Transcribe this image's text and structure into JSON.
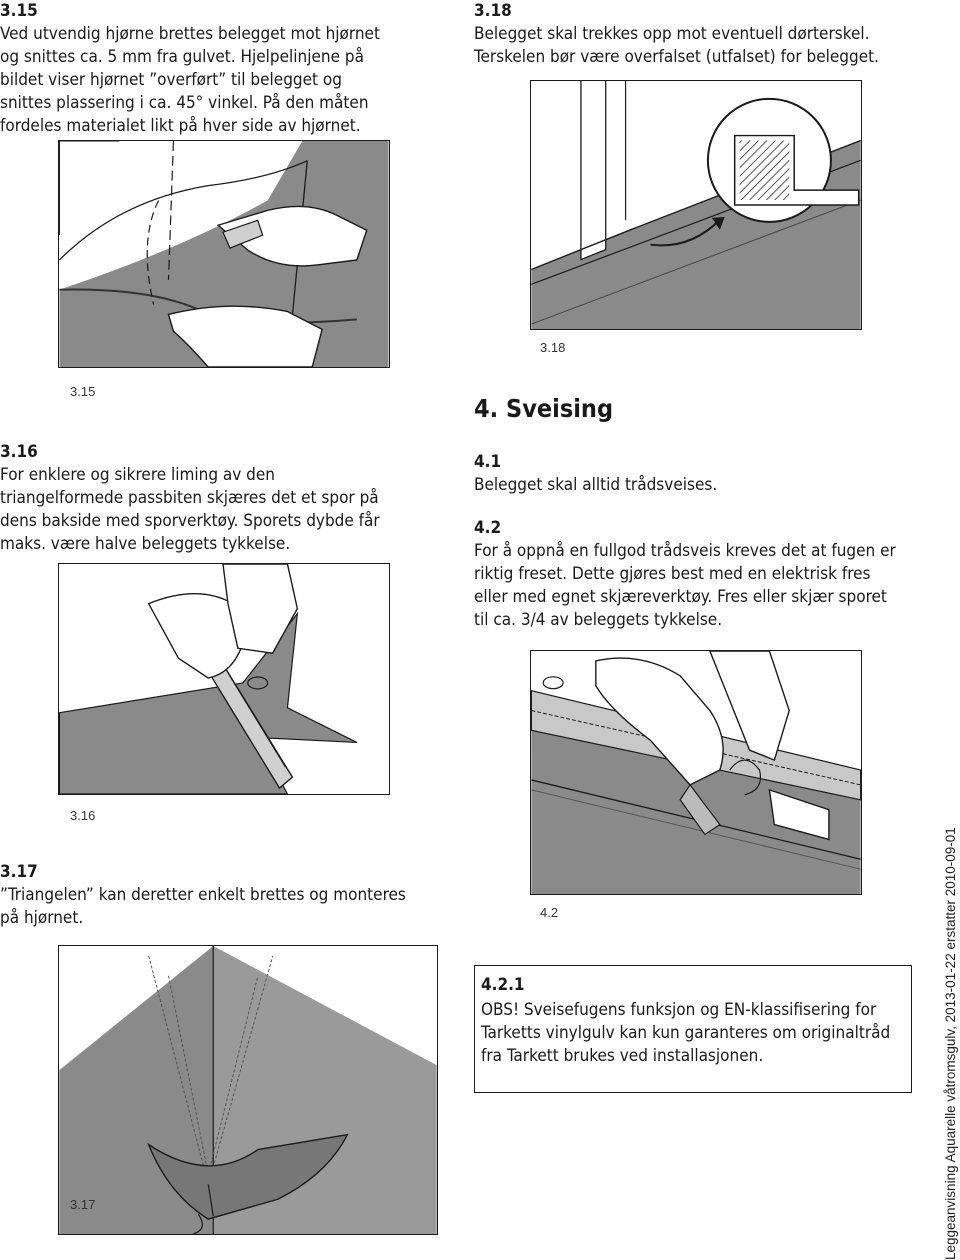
{
  "s315": {
    "number": "3.15",
    "text": "Ved utvendig hjørne brettes belegget mot hjørnet og snittes ca. 5 mm fra gulvet. Hjelpelinjene på bildet viser hjørnet ”overført” til belegget og snittes plassering i ca. 45° vinkel. På den måten fordeles materialet likt på hver side av hjørnet.",
    "caption": "3.15"
  },
  "s316": {
    "number": "3.16",
    "text": "For enklere og sikrere liming av den triangelformede passbiten skjæres det et spor på dens bakside med sporverktøy. Sporets dybde får maks. være halve beleggets tykkelse.",
    "caption": "3.16"
  },
  "s317": {
    "number": "3.17",
    "text": "”Triangelen” kan deretter enkelt brettes og monteres på hjørnet.",
    "caption": "3.17"
  },
  "s318": {
    "number": "3.18",
    "text": "Belegget skal trekkes opp mot eventuell dørterskel. Terskelen bør være overfalset (utfalset) for belegget.",
    "caption": "3.18"
  },
  "s4": {
    "heading": "4. Sveising",
    "s41_number": "4.1",
    "s41_text": "Belegget skal alltid trådsveises.",
    "s42_number": "4.2",
    "s42_text": "For å oppnå en fullgod trådsveis kreves det at fugen er riktig freset. Dette gjøres best med en elektrisk fres eller med egnet skjæreverktøy. Fres eller skjær sporet til ca. 3/4 av beleggets tykkelse.",
    "s42_caption": "4.2",
    "s421_number": "4.2.1",
    "s421_text": "OBS! Sveisefugens funksjon og EN-klassifisering for Tarketts vinylgulv kan kun garanteres om originaltråd fra Tarkett brukes ved installasjonen."
  },
  "footer": "Leggeanvisning Aquarelle våtromsgulv, 2013-01-22 erstatter 2010-09-01",
  "colors": {
    "border": "#1a1a1a",
    "floor": "#8a8a8a",
    "floor_light": "#c8c8c8",
    "paper": "#ffffff"
  },
  "icons": [
    "hand-knife-illustration",
    "threshold-illustration",
    "groove-tool-illustration",
    "triangle-fold-illustration",
    "welding-groove-illustration"
  ]
}
